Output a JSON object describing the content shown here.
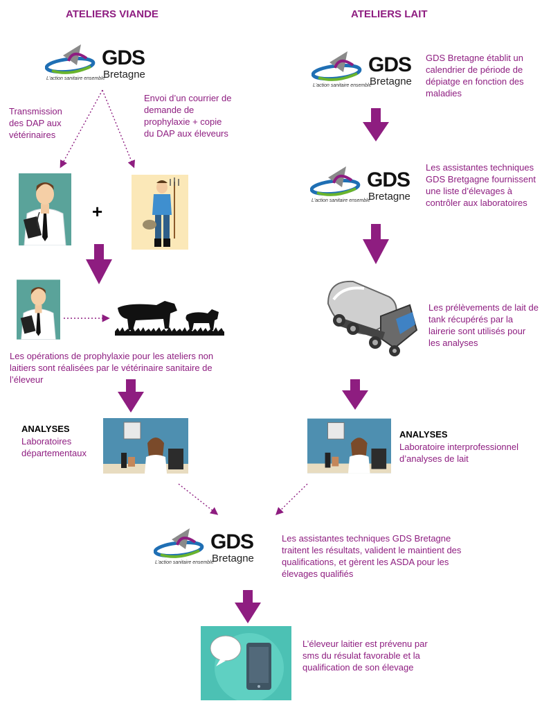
{
  "headings": {
    "left": "ATELIERS VIANDE",
    "right": "ATELIERS LAIT"
  },
  "logo": {
    "name": "GDS",
    "region": "Bretagne",
    "tagline": "L'action sanitaire ensemble"
  },
  "viande": {
    "transmission": "Transmission des DAP aux vétérinaires",
    "envoi": "Envoi d’un courrier de demande de prophylaxie  + copie du DAP aux éleveurs",
    "plus": "+",
    "operations": "Les opérations de prophylaxie pour les ateliers non laitiers sont réalisées par le vétérinaire sanitaire de l’éleveur",
    "analyses_title": "ANALYSES",
    "analyses_text": "Laboratoires départementaux"
  },
  "lait": {
    "calendrier": "GDS Bretagne établit un calendrier de période de dépiatge en fonction des maladies",
    "assistantes": "Les assistantes techniques GDS Bretgagne fournissent une liste d’élevages à contrôler aux laboratoires",
    "prelevements": "Les prélèvements de lait de tank récupérés par la lairerie sont utilisés pour les analyses",
    "analyses_title": "ANALYSES",
    "analyses_text": "Laboratoire interprofessionnel d’analyses de lait"
  },
  "final": {
    "traitement": "Les assistantes techniques GDS Bretagne traitent les résultats,  valident le maintient des qualifications,  et gèrent les ASDA pour les élevages qualifiés",
    "sms": "L’éleveur laitier est prévenu par sms du résulat favorable et la qualification de son élevage"
  },
  "colors": {
    "accent": "#8e1d80",
    "logo_blue": "#1f6fb4",
    "logo_green": "#6ab42d",
    "logo_gray": "#8a8a8a"
  }
}
